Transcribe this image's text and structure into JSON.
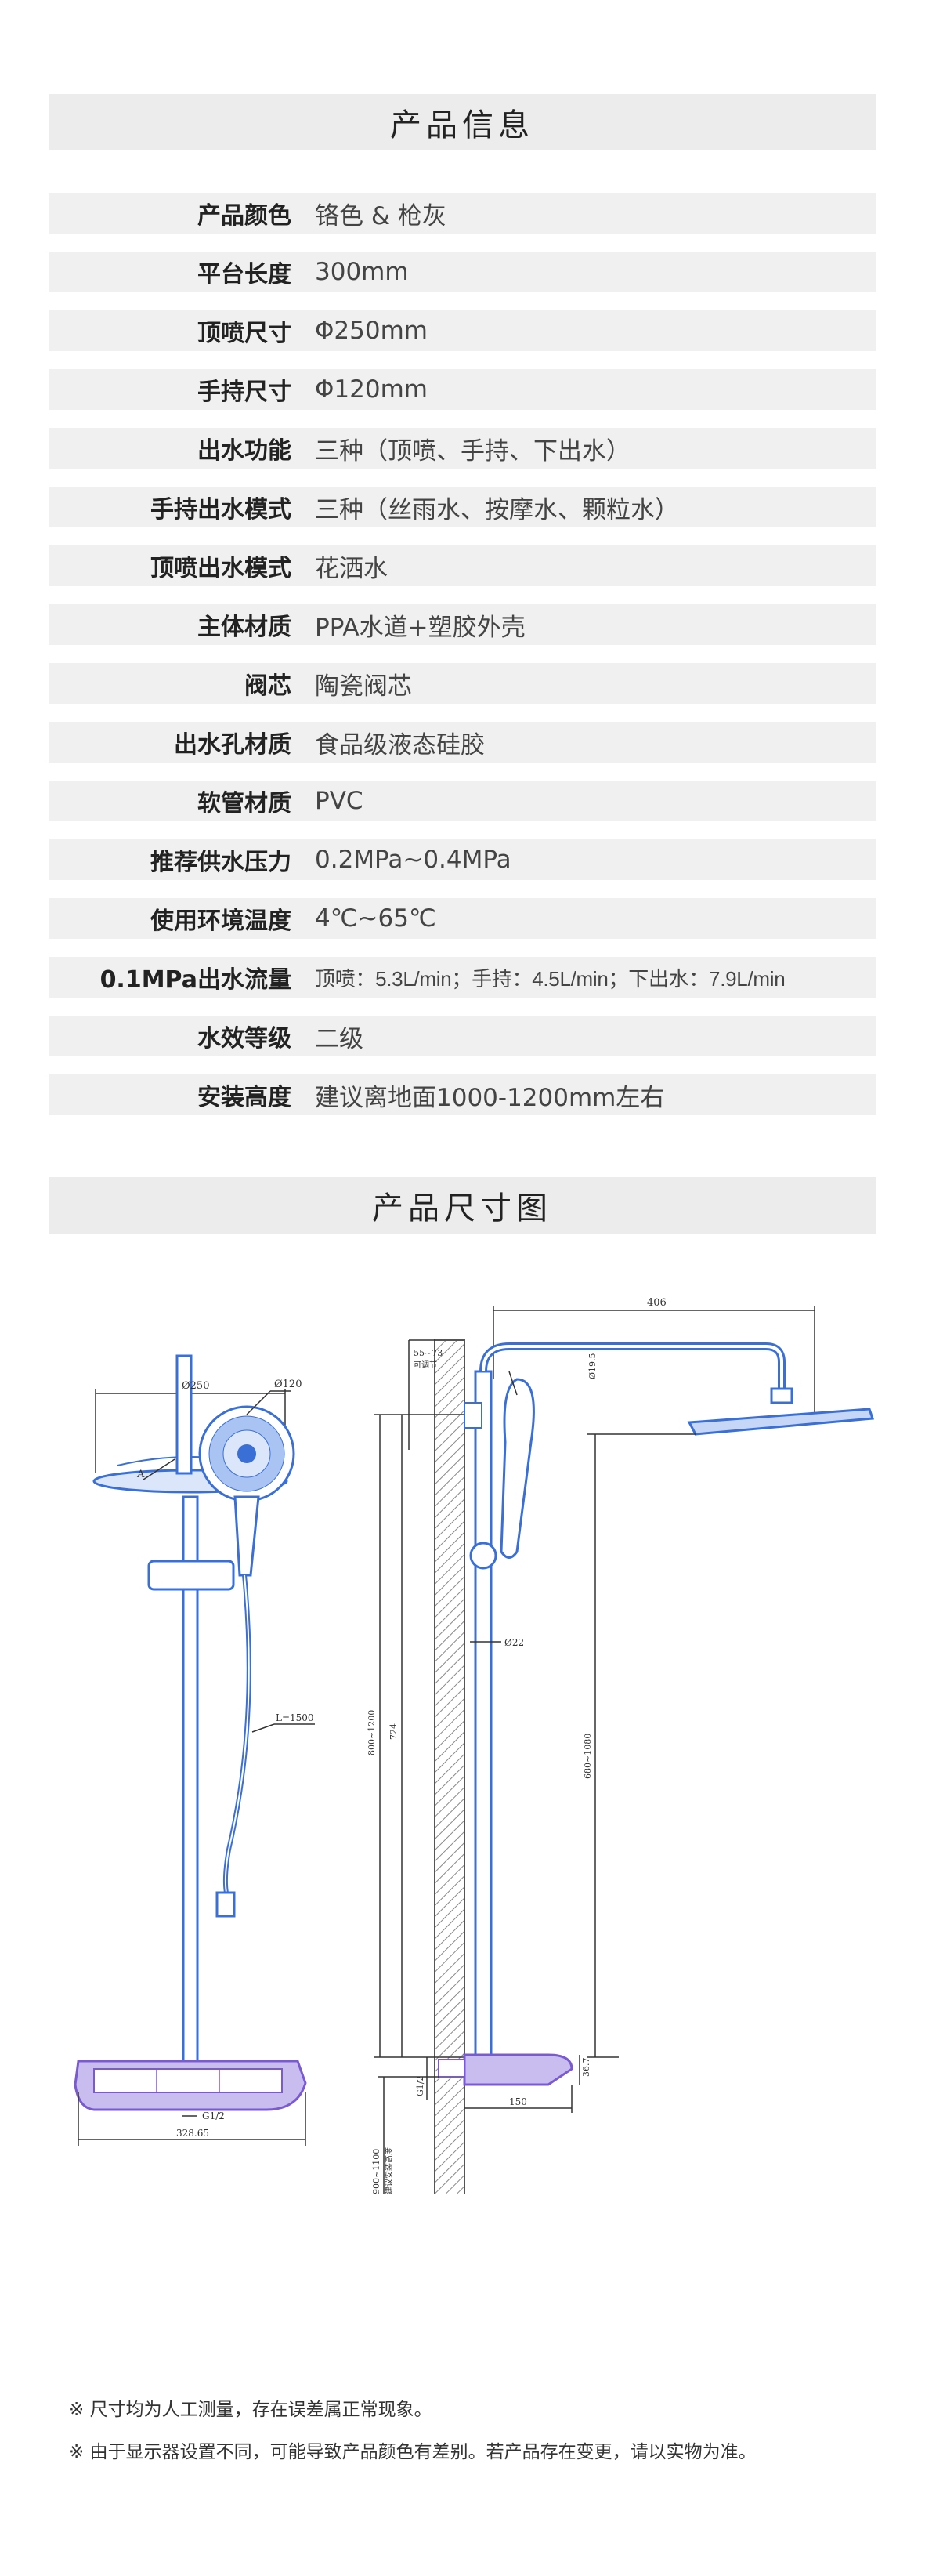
{
  "section_titles": {
    "product_info": "产品信息",
    "dimensions": "产品尺寸图"
  },
  "specs": [
    {
      "label": "产品颜色",
      "value": "铬色 & 枪灰"
    },
    {
      "label": "平台长度",
      "value": "300mm"
    },
    {
      "label": "顶喷尺寸",
      "value": "Φ250mm"
    },
    {
      "label": "手持尺寸",
      "value": "Φ120mm"
    },
    {
      "label": "出水功能",
      "value": "三种（顶喷、手持、下出水）"
    },
    {
      "label": "手持出水模式",
      "value": "三种（丝雨水、按摩水、颗粒水）"
    },
    {
      "label": "顶喷出水模式",
      "value": "花洒水"
    },
    {
      "label": "主体材质",
      "value": "PPA水道+塑胶外壳"
    },
    {
      "label": "阀芯",
      "value": "陶瓷阀芯"
    },
    {
      "label": "出水孔材质",
      "value": "食品级液态硅胶"
    },
    {
      "label": "软管材质",
      "value": "PVC"
    },
    {
      "label": "推荐供水压力",
      "value": "0.2MPa~0.4MPa"
    },
    {
      "label": "使用环境温度",
      "value": "4℃~65℃"
    },
    {
      "label": "0.1MPa出水流量",
      "value": "顶喷：5.3L/min；手持：4.5L/min；下出水：7.9L/min"
    },
    {
      "label": "水效等级",
      "value": "二级"
    },
    {
      "label": "安装高度",
      "value": "建议离地面1000-1200mm左右"
    }
  ],
  "drawing_labels": {
    "d250": "Ø250",
    "d120": "Ø120",
    "A": "A",
    "hose": "L=1500",
    "g12": "G1/2",
    "w32865": "328.65",
    "d406": "406",
    "adj": "55~73",
    "adj_note": "可调节",
    "d195": "Ø19.5",
    "h800": "800~1200",
    "h724": "724",
    "d22": "Ø22",
    "h680": "680~1080",
    "g12b": "G1/2",
    "h367": "36.7",
    "w150": "150",
    "h900": "900~1100",
    "h900_note": "建议安装高度"
  },
  "notes": [
    "※ 尺寸均为人工测量，存在误差属正常现象。",
    "※ 由于显示器设置不同，可能导致产品颜色有差别。若产品存在变更，请以实物为准。"
  ],
  "colors": {
    "banner": "#ececec",
    "row": "#f0f0f0",
    "shower_blue": "#3a6fd6",
    "platform_purple": "#7a5ad0"
  }
}
